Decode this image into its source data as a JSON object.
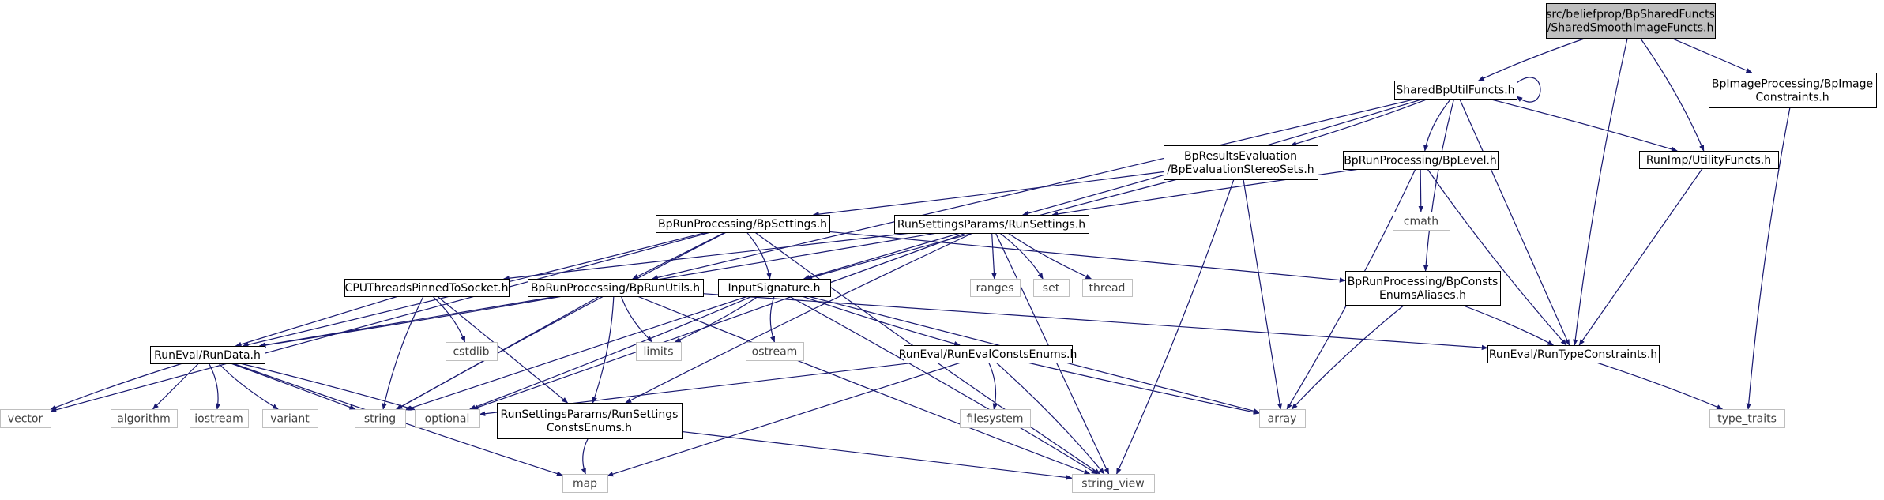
{
  "nodes": {
    "root": {
      "lines": [
        "src/beliefprop/BpSharedFuncts",
        "/SharedSmoothImageFuncts.h"
      ],
      "style": "root"
    },
    "sbu": {
      "lines": [
        "SharedBpUtilFuncts.h"
      ],
      "style": "file"
    },
    "bpimg": {
      "lines": [
        "BpImageProcessing/BpImage",
        "Constraints.h"
      ],
      "style": "file"
    },
    "utilf": {
      "lines": [
        "RunImp/UtilityFuncts.h"
      ],
      "style": "file"
    },
    "bpres": {
      "lines": [
        "BpResultsEvaluation",
        "/BpEvaluationStereoSets.h"
      ],
      "style": "file"
    },
    "bplevel": {
      "lines": [
        "BpRunProcessing/BpLevel.h"
      ],
      "style": "file"
    },
    "cmath": {
      "lines": [
        "cmath"
      ],
      "style": "system"
    },
    "bpsettings": {
      "lines": [
        "BpRunProcessing/BpSettings.h"
      ],
      "style": "file"
    },
    "runsettings": {
      "lines": [
        "RunSettingsParams/RunSettings.h"
      ],
      "style": "file"
    },
    "ranges": {
      "lines": [
        "ranges"
      ],
      "style": "system"
    },
    "set": {
      "lines": [
        "set"
      ],
      "style": "system"
    },
    "thread": {
      "lines": [
        "thread"
      ],
      "style": "system"
    },
    "consts": {
      "lines": [
        "BpRunProcessing/BpConsts",
        "EnumsAliases.h"
      ],
      "style": "file"
    },
    "cpu": {
      "lines": [
        "CPUThreadsPinnedToSocket.h"
      ],
      "style": "file"
    },
    "cstdlib": {
      "lines": [
        "cstdlib"
      ],
      "style": "system"
    },
    "bprunutils": {
      "lines": [
        "BpRunProcessing/BpRunUtils.h"
      ],
      "style": "file"
    },
    "inputsig": {
      "lines": [
        "InputSignature.h"
      ],
      "style": "file"
    },
    "limits": {
      "lines": [
        "limits"
      ],
      "style": "system"
    },
    "ostream": {
      "lines": [
        "ostream"
      ],
      "style": "system"
    },
    "runtype": {
      "lines": [
        "RunEval/RunTypeConstraints.h"
      ],
      "style": "file"
    },
    "rundata": {
      "lines": [
        "RunEval/RunData.h"
      ],
      "style": "file"
    },
    "runevalconsts": {
      "lines": [
        "RunEval/RunEvalConstsEnums.h"
      ],
      "style": "file"
    },
    "filesystem": {
      "lines": [
        "filesystem"
      ],
      "style": "system"
    },
    "rsconsts": {
      "lines": [
        "RunSettingsParams/RunSettings",
        "ConstsEnums.h"
      ],
      "style": "file"
    },
    "vector": {
      "lines": [
        "vector"
      ],
      "style": "system"
    },
    "algorithm": {
      "lines": [
        "algorithm"
      ],
      "style": "system"
    },
    "iostream": {
      "lines": [
        "iostream"
      ],
      "style": "system"
    },
    "variant": {
      "lines": [
        "variant"
      ],
      "style": "system"
    },
    "string": {
      "lines": [
        "string"
      ],
      "style": "system"
    },
    "optional": {
      "lines": [
        "optional"
      ],
      "style": "system"
    },
    "array": {
      "lines": [
        "array"
      ],
      "style": "system"
    },
    "type_traits": {
      "lines": [
        "type_traits"
      ],
      "style": "system"
    },
    "map": {
      "lines": [
        "map"
      ],
      "style": "system"
    },
    "string_view": {
      "lines": [
        "string_view"
      ],
      "style": "system"
    }
  },
  "edges": [
    [
      "root",
      "sbu"
    ],
    [
      "root",
      "bpimg"
    ],
    [
      "root",
      "utilf"
    ],
    [
      "root",
      "runtype"
    ],
    [
      "sbu",
      "sbu"
    ],
    [
      "sbu",
      "bpres"
    ],
    [
      "sbu",
      "bplevel"
    ],
    [
      "sbu",
      "bprunutils"
    ],
    [
      "sbu",
      "runsettings"
    ],
    [
      "sbu",
      "consts"
    ],
    [
      "sbu",
      "runtype"
    ],
    [
      "sbu",
      "utilf"
    ],
    [
      "bpimg",
      "type_traits"
    ],
    [
      "utilf",
      "runtype"
    ],
    [
      "bpres",
      "bpsettings"
    ],
    [
      "bpres",
      "inputsig"
    ],
    [
      "bpres",
      "array"
    ],
    [
      "bpres",
      "string_view"
    ],
    [
      "bplevel",
      "runsettings"
    ],
    [
      "bplevel",
      "cmath"
    ],
    [
      "bplevel",
      "array"
    ],
    [
      "bplevel",
      "runtype"
    ],
    [
      "bpsettings",
      "vector"
    ],
    [
      "bpsettings",
      "rundata"
    ],
    [
      "bpsettings",
      "string"
    ],
    [
      "bpsettings",
      "bprunutils"
    ],
    [
      "bpsettings",
      "inputsig"
    ],
    [
      "bpsettings",
      "string_view"
    ],
    [
      "bpsettings",
      "consts"
    ],
    [
      "runsettings",
      "cpu"
    ],
    [
      "runsettings",
      "rundata"
    ],
    [
      "runsettings",
      "inputsig"
    ],
    [
      "runsettings",
      "optional"
    ],
    [
      "runsettings",
      "rsconsts"
    ],
    [
      "runsettings",
      "ranges"
    ],
    [
      "runsettings",
      "set"
    ],
    [
      "runsettings",
      "thread"
    ],
    [
      "runsettings",
      "string_view"
    ],
    [
      "consts",
      "runtype"
    ],
    [
      "consts",
      "array"
    ],
    [
      "cpu",
      "rundata"
    ],
    [
      "cpu",
      "cstdlib"
    ],
    [
      "cpu",
      "string"
    ],
    [
      "cpu",
      "rsconsts"
    ],
    [
      "bprunutils",
      "rundata"
    ],
    [
      "bprunutils",
      "limits"
    ],
    [
      "bprunutils",
      "string"
    ],
    [
      "bprunutils",
      "rsconsts"
    ],
    [
      "bprunutils",
      "string_view"
    ],
    [
      "bprunutils",
      "runtype"
    ],
    [
      "inputsig",
      "limits"
    ],
    [
      "inputsig",
      "ostream"
    ],
    [
      "inputsig",
      "string"
    ],
    [
      "inputsig",
      "optional"
    ],
    [
      "inputsig",
      "runevalconsts"
    ],
    [
      "inputsig",
      "array"
    ],
    [
      "inputsig",
      "string_view"
    ],
    [
      "rundata",
      "vector"
    ],
    [
      "rundata",
      "algorithm"
    ],
    [
      "rundata",
      "iostream"
    ],
    [
      "rundata",
      "variant"
    ],
    [
      "rundata",
      "string"
    ],
    [
      "rundata",
      "optional"
    ],
    [
      "rundata",
      "map"
    ],
    [
      "runevalconsts",
      "optional"
    ],
    [
      "runevalconsts",
      "filesystem"
    ],
    [
      "runevalconsts",
      "array"
    ],
    [
      "runevalconsts",
      "map"
    ],
    [
      "runevalconsts",
      "string_view"
    ],
    [
      "rsconsts",
      "map"
    ],
    [
      "rsconsts",
      "string_view"
    ],
    [
      "runtype",
      "type_traits"
    ]
  ],
  "colors": {
    "edge": "#191970",
    "file_border": "#000000",
    "file_text": "#000000",
    "system_border": "#bfbfbf",
    "system_text": "#404040",
    "root_fill": "#bfbfbf",
    "background": "#ffffff"
  }
}
